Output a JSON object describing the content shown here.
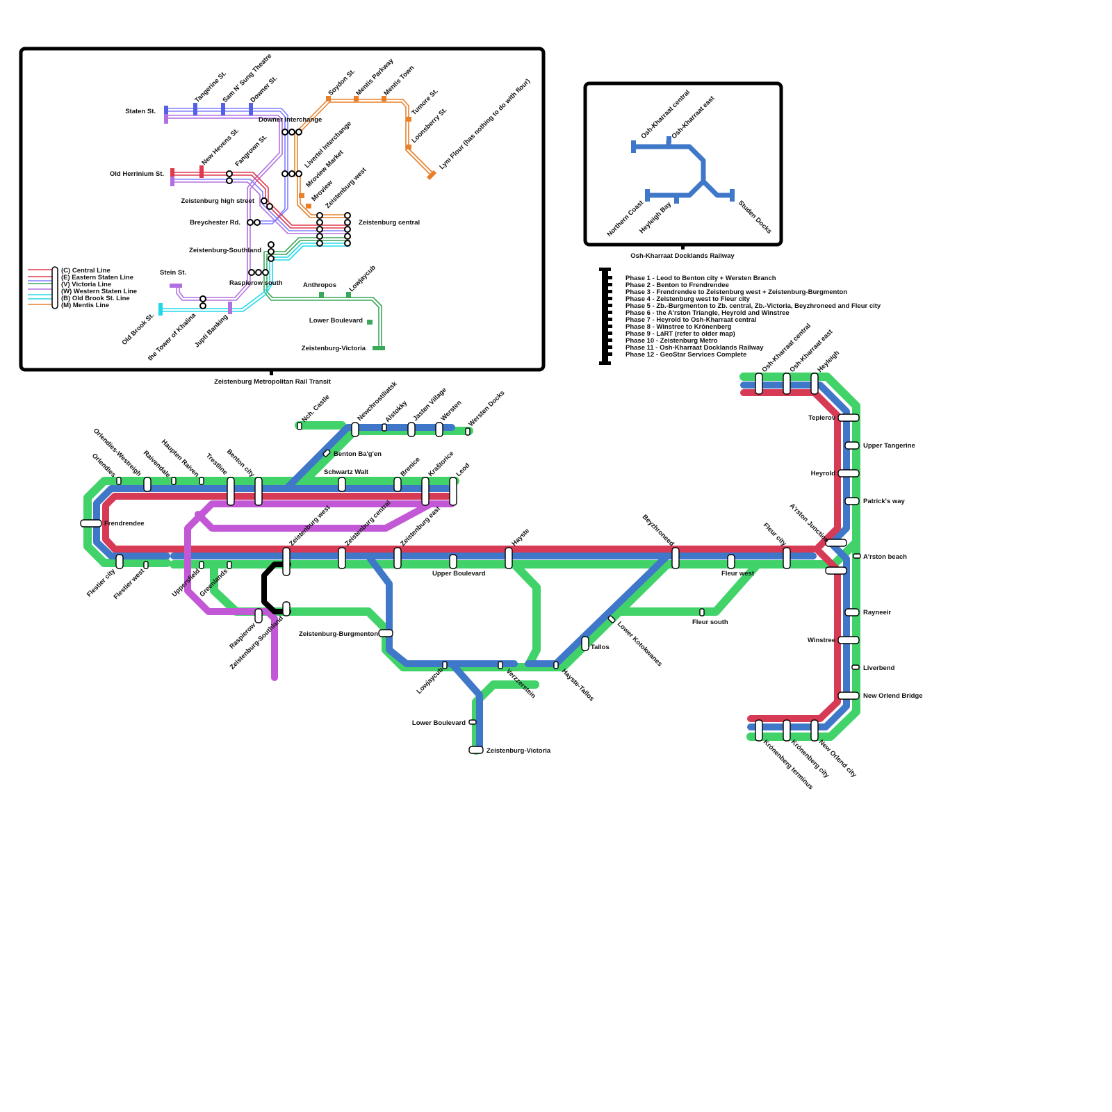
{
  "colors": {
    "green": "#41d36a",
    "blue": "#3f77c9",
    "red": "#d63a55",
    "purple": "#c358d6",
    "black": "#000000",
    "metro_central": "#e0384c",
    "metro_eastern": "#8080ff",
    "metro_victoria": "#3aa85a",
    "metro_western": "#b070e0",
    "metro_oldbrook": "#20d8e8",
    "metro_mentis": "#e8802a"
  },
  "inset_metro": {
    "caption": "Zeistenburg Metropolitan Rail Transit",
    "stations": {
      "staten": "Staten St.",
      "tangerine": "Tangerine St.",
      "sam_n_sung": "Sam N' Sung Theatre",
      "downer": "Downer St.",
      "downer_interchange": "Downer Interchange",
      "soydon": "Soydon St.",
      "mentis_parkway": "Mentis Parkway",
      "mentis_town": "Mentis Town",
      "tumore": "Tumore St.",
      "loonsberry": "Loonsberry St.",
      "lym_flour": "Lym Flour (has nothing to do with flour)",
      "old_herrinium": "Old Herrinium St.",
      "new_hevens": "New Hevens St.",
      "fangrown": "Fangrown St.",
      "livertel": "Livertel Interchange",
      "mroview_market": "Mroview Market",
      "mroview": "Mroview",
      "zb_west": "Zeistenburg west",
      "zb_high": "Zeistenburg high street",
      "breychester": "Breychester Rd.",
      "zb_central": "Zeistenburg central",
      "zb_southland": "Zeistenburg-Southland",
      "stein": "Stein St.",
      "raspierow_south": "Raspierow south",
      "anthropos": "Anthropos",
      "lowjaycub": "Lowjaycub",
      "lower_boulevard": "Lower Boulevard",
      "zb_victoria": "Zeistenburg-Victoria",
      "old_brook": "Old Brook St.",
      "tower_khalina": "the Tower of Khalina",
      "jupti_banking": "Jupti Banking"
    },
    "legend": [
      "(C) Central Line",
      "(E) Eastern Staten Line",
      "(V) Victoria Line",
      "(W) Western Staten Line",
      "(B) Old Brook St. Line",
      "(M) Mentis Line"
    ]
  },
  "inset_dlr": {
    "caption": "Osh-Kharraat Docklands Railway",
    "stations": {
      "ok_central": "Osh-Kharraat central",
      "ok_east": "Osh-Kharraat east",
      "northern_coast": "Northern Coast",
      "heyleigh_bay": "Heyleigh Bay",
      "studen_docks": "Studen Docks"
    }
  },
  "phases": [
    "Phase 1 - Leod to Benton city + Wersten Branch",
    "Phase 2 - Benton to Frendrendee",
    "Phase 3 - Frendrendee to Zeistenburg west + Zeistenburg-Burgmenton",
    "Phase 4 - Zeistenburg west to Fleur city",
    "Phase 5 - Zb.-Burgmenton to Zb. central, Zb.-Victoria, Beyzhroneed and Fleur city",
    "Phase 6 - the A'rston Triangle, Heyrold and Winstree",
    "Phase 7 - Heyrold to Osh-Kharraat central",
    "Phase 8 - Winstree to Krónenberg",
    "Phase 9 - LáRT (refer to older map)",
    "Phase 10 - Zeistenburg Metro",
    "Phase 11 - Osh-Kharraat Docklands Railway",
    "Phase 12 - GeoStar Services Complete"
  ],
  "main_map": {
    "stations": {
      "nch_castle": "Nch. Castle",
      "newchrostiliatsk": "Newchrostiliatsk",
      "alstokky": "Alstokky",
      "jasten_village": "Jasten Village",
      "wersten": "Wersten",
      "wersten_docks": "Wersten Docks",
      "benton_bagen": "Benton Ba'g'en",
      "orlendies_westreigh": "Orlendies-Westreigh",
      "orlendies": "Orlendies",
      "raivendale": "Raivendale",
      "haupten_raiven": "Haupten Raiven",
      "trestline": "Trestline",
      "benton_city": "Benton city",
      "schwartz_walt": "Schwartz Walt",
      "brenice": "Brenice",
      "krastorice": "Kraštorice",
      "leod": "Leod",
      "frendrendee": "Frendrendee",
      "flestier_city": "Flestier city",
      "flestier_west": "Flestier west",
      "uppersfield": "Uppersfield",
      "greenlands": "Greenlands",
      "zb_west": "Zeistenburg west",
      "zb_central": "Zeistenburg central",
      "zb_east": "Zeistenburg east",
      "hayste": "Hayste",
      "upper_boulevard": "Upper Boulevard",
      "beyzhroneed": "Beyzhroneed",
      "fleur_city": "Fleur city",
      "fleur_west": "Fleur west",
      "fleur_south": "Fleur south",
      "arston_junction": "A'rston Junction",
      "arston_beach": "A'rston beach",
      "raspierow": "Raspierow",
      "zb_southland": "Zeistenburg-Southland",
      "zb_burgmenton": "Zeistenburg-Burgmenton",
      "lowjaycub": "Lowjaycub",
      "verzzerstein": "Verzzerstein",
      "hayste_tallos": "Hayste-Tallos",
      "tallos": "Tallos",
      "lower_kotokwanes": "Lower Kotokwanes",
      "lower_boulevard": "Lower Boulevard",
      "zb_victoria": "Zeistenburg-Victoria",
      "ok_central": "Osh-Kharraat central",
      "ok_east": "Osh-Kharraat east",
      "heyleigh": "Heyleigh",
      "teplerov": "Teplerov",
      "upper_tangerine": "Upper Tangerine",
      "heyrold": "Heyrold",
      "patricks_way": "Patrick's way",
      "rayneeir": "Rayneeir",
      "winstree": "Winstree",
      "liverbend": "Liverbend",
      "new_orlend_bridge": "New Orlend Bridge",
      "kronenberg_terminus": "Krónenberg terminus",
      "kronenberg_city": "Krónenberg city",
      "new_orlend_city": "New Orlend city"
    }
  }
}
